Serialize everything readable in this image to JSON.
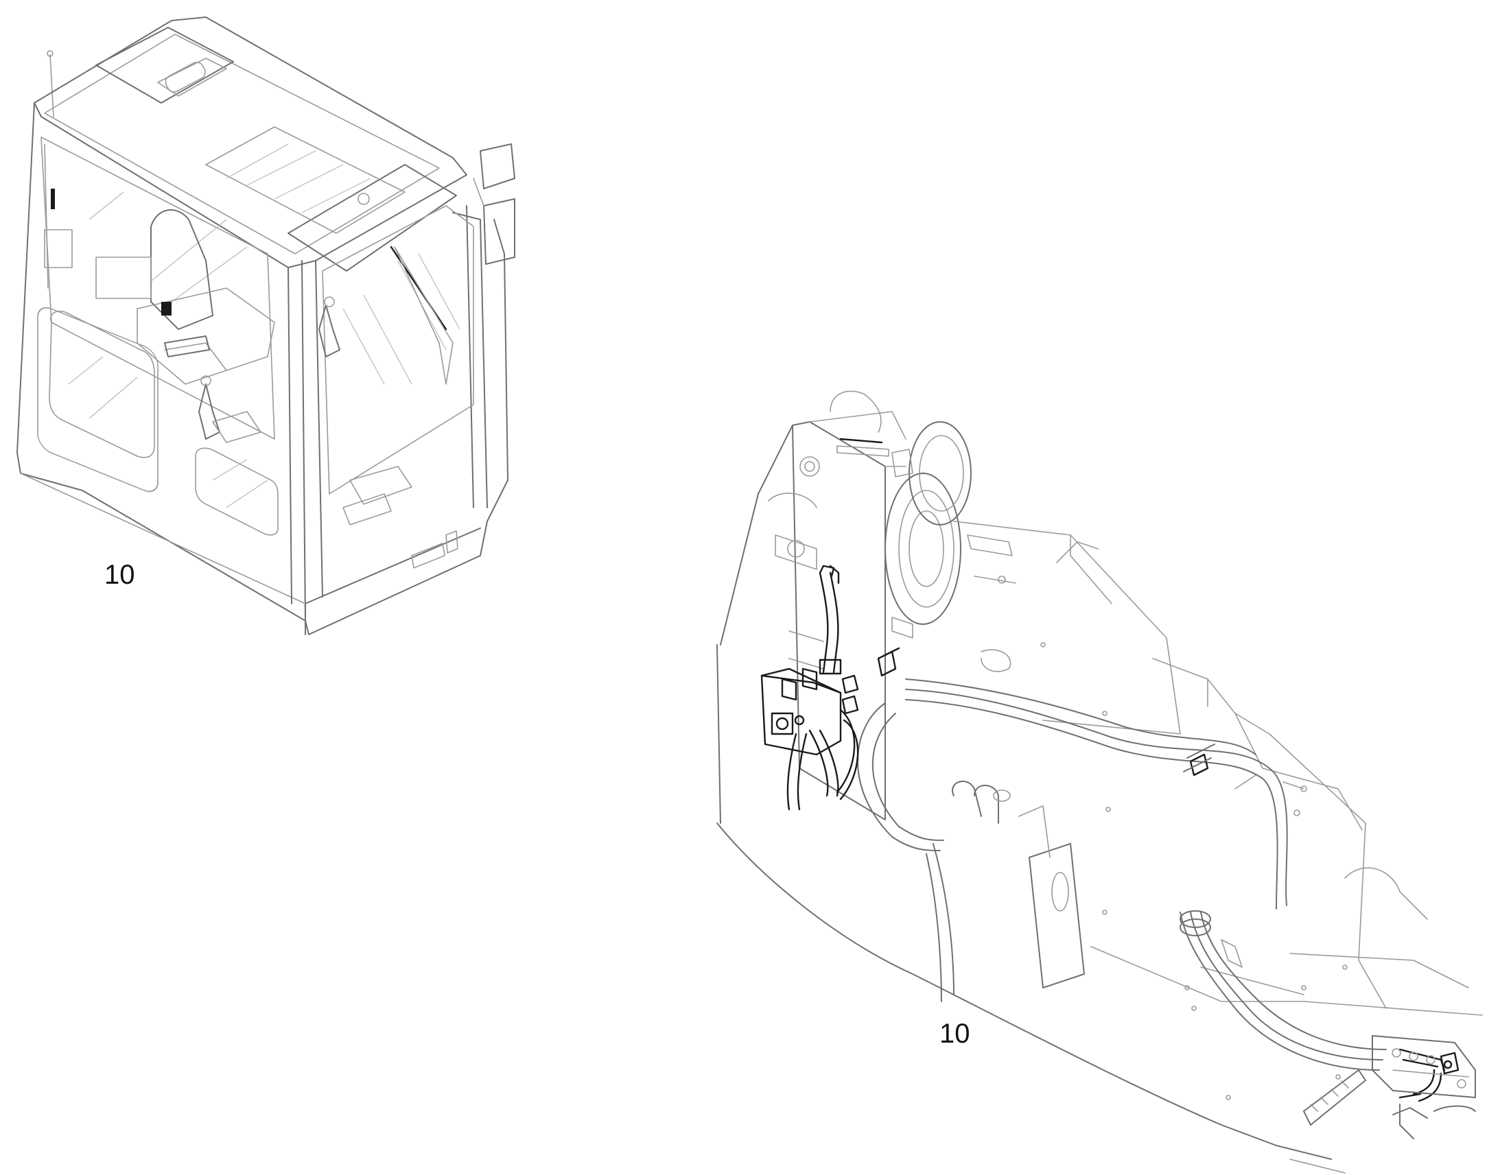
{
  "callouts": {
    "cab_label": "10",
    "chassis_label": "10"
  },
  "illustrations": {
    "cab_icon": "operator-cab-illustration",
    "chassis_icon": "upper-frame-hydraulic-illustration"
  }
}
